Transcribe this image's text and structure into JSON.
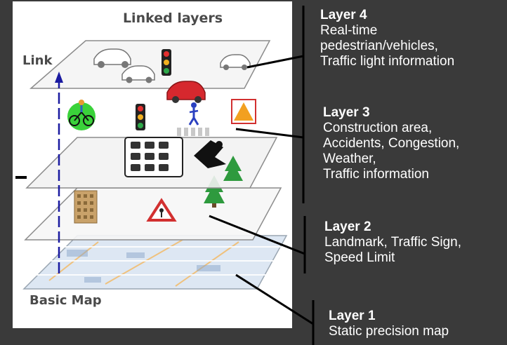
{
  "diagram": {
    "title": "Linked layers",
    "link_label": "Link",
    "base_label": "Basic Map"
  },
  "layers": [
    {
      "title": "Layer 4",
      "lines": [
        "Real-time",
        "pedestrian/vehicles,",
        "Traffic light information"
      ]
    },
    {
      "title": "Layer 3",
      "lines": [
        "Construction area,",
        "Accidents, Congestion,",
        "Weather,",
        "Traffic information"
      ]
    },
    {
      "title": "Layer 2",
      "lines": [
        "Landmark, Traffic Sign,",
        "Speed Limit"
      ]
    },
    {
      "title": "Layer 1",
      "lines": [
        "Static precision map"
      ]
    }
  ],
  "colors": {
    "background": "#3a3a3a",
    "panel": "#ffffff",
    "link_arrow": "#1a1aa0",
    "leader_lines": "#000000"
  },
  "icons": [
    "car-icon",
    "traffic-light-icon",
    "cyclist-icon",
    "pedestrian-icon",
    "congestion-icon",
    "accident-icon",
    "tree-icon",
    "building-icon",
    "warning-sign-icon",
    "construction-sign-icon"
  ]
}
